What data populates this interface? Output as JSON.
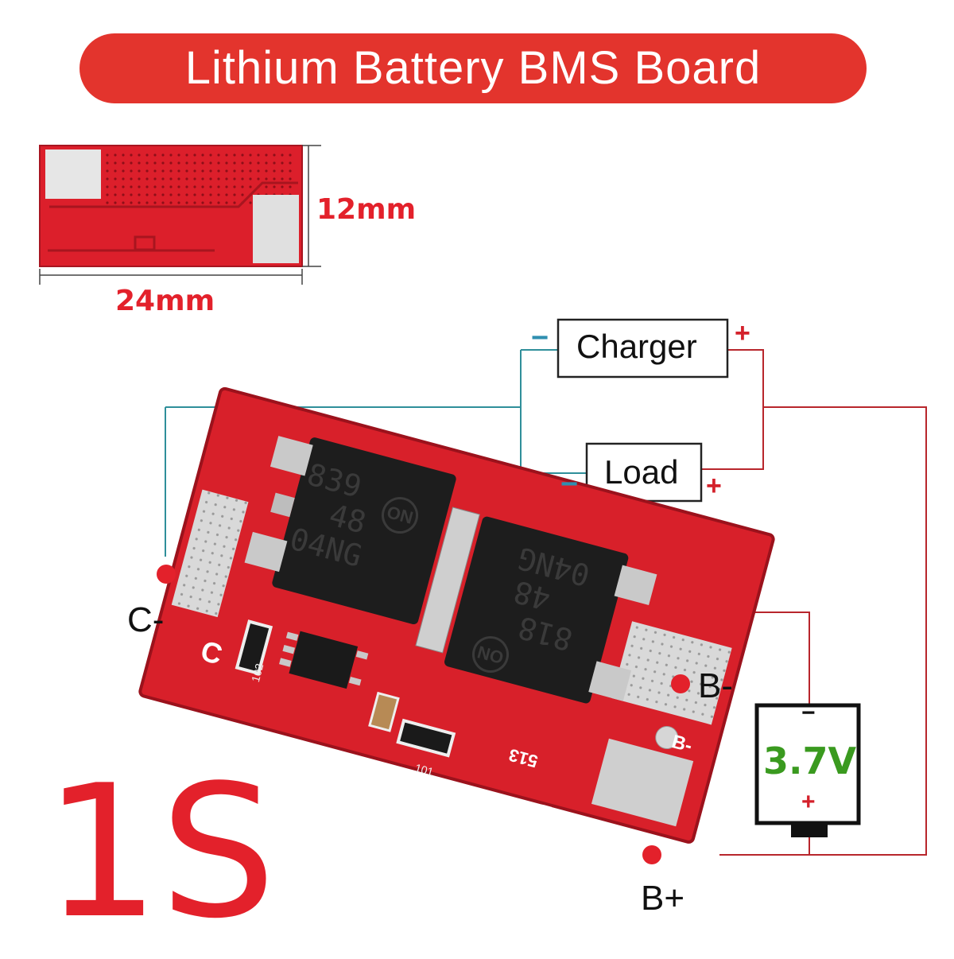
{
  "title": "Lithium Battery BMS Board",
  "dimensions": {
    "height": "12mm",
    "width": "24mm"
  },
  "schematic": {
    "charger_label": "Charger",
    "load_label": "Load",
    "minus_sign": "−",
    "plus_sign": "+",
    "battery_voltage": "3.7V",
    "battery_minus": "−",
    "battery_plus": "+"
  },
  "terminals": {
    "c_minus": "C-",
    "b_minus": "B-",
    "b_plus": "B+"
  },
  "pcb_markings": {
    "left_chip_line1": "839",
    "left_chip_line2": "48",
    "left_chip_line3": "04NG",
    "right_chip_line1": "818",
    "right_chip_line2": "48",
    "right_chip_line3": "04NG",
    "chip_logo": "ON",
    "resistor_1": "102",
    "resistor_2": "101",
    "silk_c": "C",
    "silk_bplus": "B+",
    "silk_bminus": "B-",
    "silk_code": "513"
  },
  "cell_config": "1S",
  "colors": {
    "accent_red": "#e3342d",
    "pcb_red": "#d8202a",
    "wire_teal": "#2f8f9a",
    "wire_red": "#b8262c",
    "voltage_green": "#3a9a1f"
  }
}
